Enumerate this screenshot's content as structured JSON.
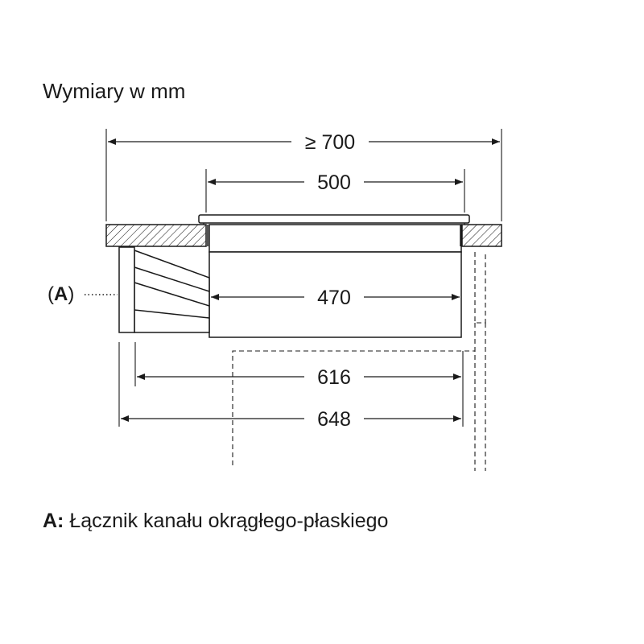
{
  "title": "Wymiary w mm",
  "dimensions": {
    "top_min": "≥ 700",
    "top_cutout": "500",
    "body_width": "470",
    "depth_a": "616",
    "depth_b": "648"
  },
  "callout": {
    "open": "(",
    "letter": "A",
    "close": ")"
  },
  "legend": {
    "key": "A:",
    "text": "Łącznik kanału okrągłego-płaskiego"
  }
}
